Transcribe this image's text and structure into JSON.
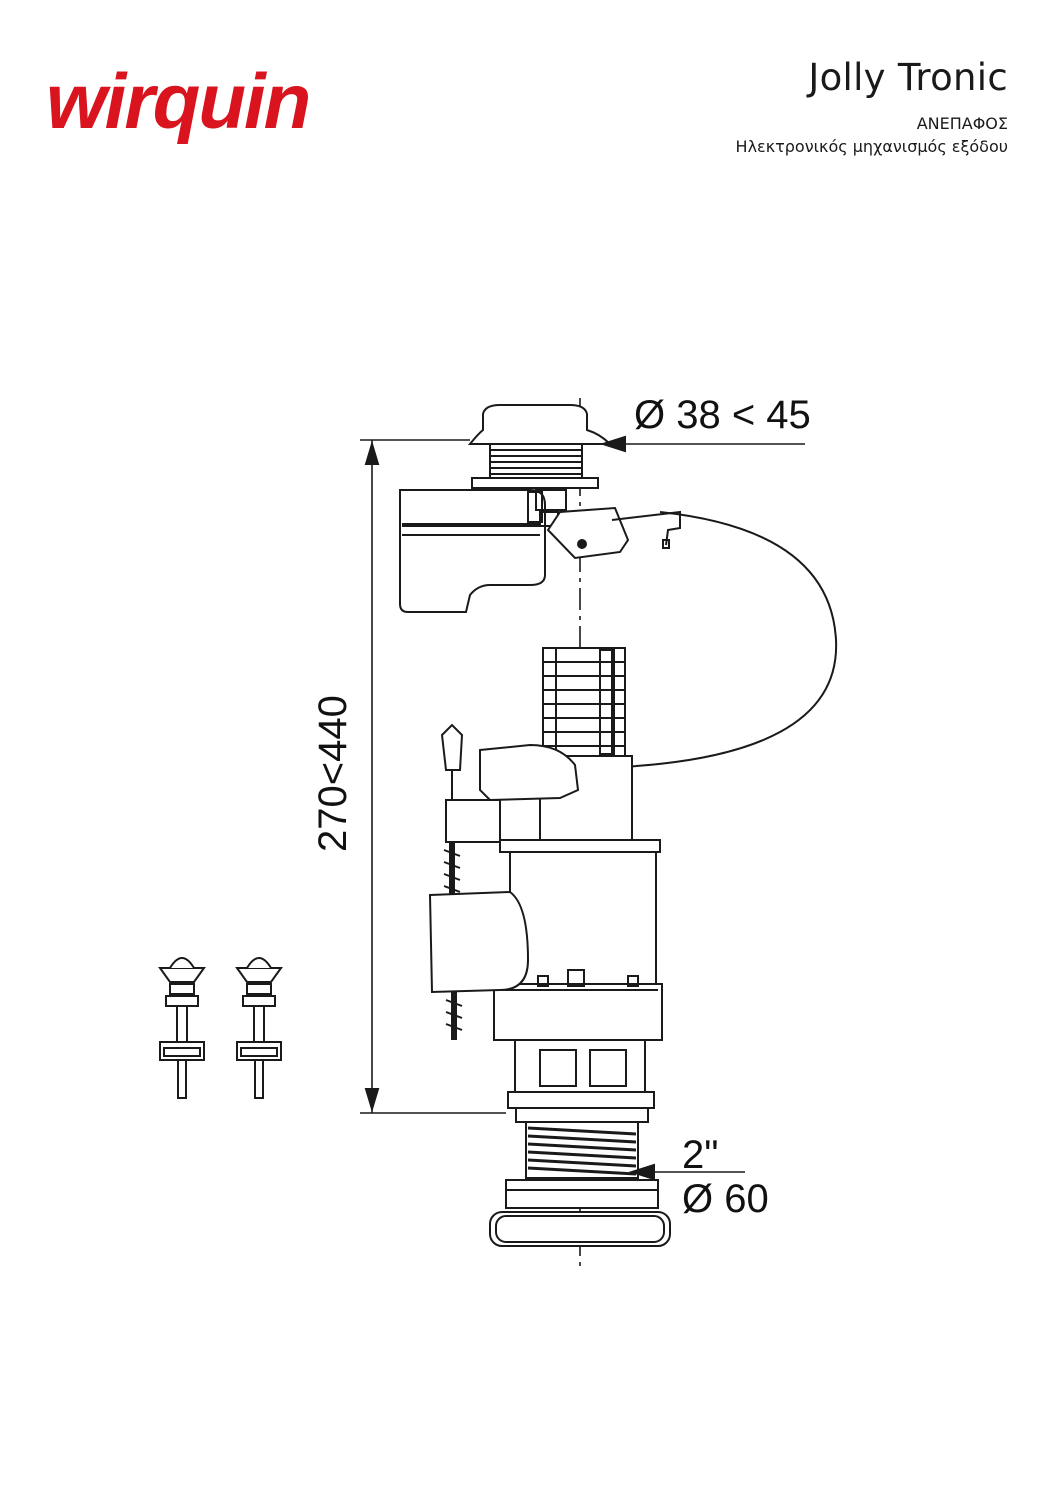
{
  "brand": {
    "logo_text": "wirquin",
    "logo_color": "#d9141f"
  },
  "header": {
    "product_name": "Jolly Tronic",
    "subtitle": "ΑΝΕΠΑΦΟΣ",
    "description": "Ηλεκτρονικός μηχανισμός εξόδου"
  },
  "drawing": {
    "top_diameter_label": "Ø 38 < 45",
    "height_label": "270<440",
    "thread_label": "2\"",
    "bottom_diameter_label": "Ø 60"
  },
  "icons": [
    "wirquin-logo",
    "flush-valve-drawing",
    "fixing-screw-icon"
  ]
}
